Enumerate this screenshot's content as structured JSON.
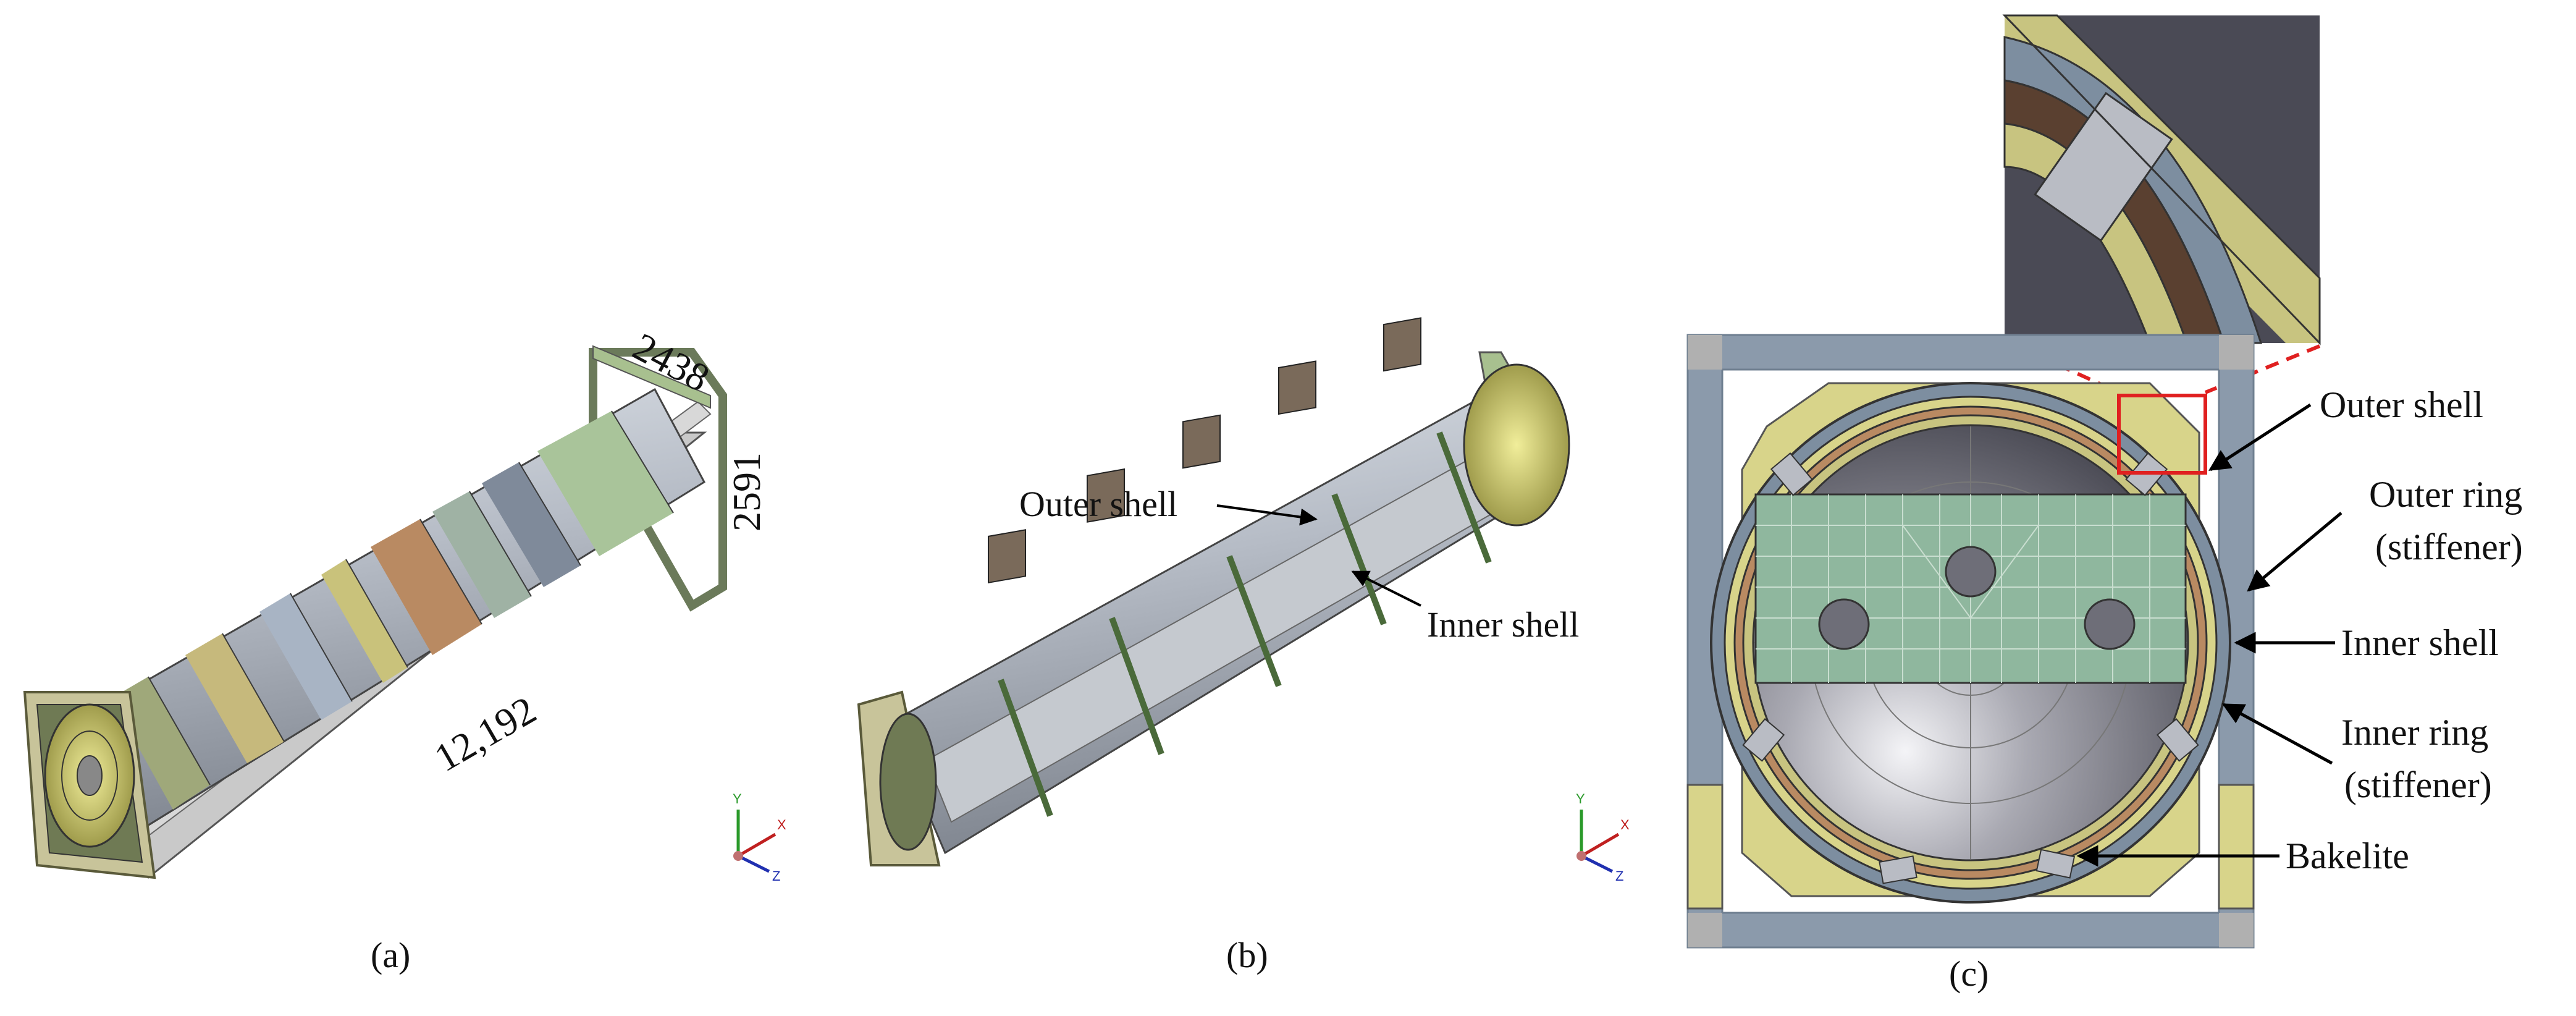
{
  "panel_a": {
    "caption": "(a)",
    "dim_width": "2438",
    "dim_height": "2591",
    "dim_length": "12,192"
  },
  "panel_b": {
    "caption": "(b)",
    "label_outer_shell": "Outer shell",
    "label_inner_shell": "Inner shell"
  },
  "panel_c": {
    "caption": "(c)",
    "label_outer_shell": "Outer shell",
    "label_outer_ring_1": "Outer ring",
    "label_outer_ring_2": "(stiffener)",
    "label_inner_shell": "Inner shell",
    "label_inner_ring_1": "Inner ring",
    "label_inner_ring_2": "(stiffener)",
    "label_bakelite": "Bakelite"
  },
  "axis_triad": {
    "y": "Y",
    "x": "X",
    "z": "Z"
  },
  "colors": {
    "frame": "#8b9aab",
    "frame_dark": "#6f7f90",
    "yellow": "#d8d48a",
    "green_band": "#a9c49a",
    "orange_band": "#b98a62",
    "steel": "#b9bcc4",
    "mesh_green": "#8fb79e",
    "highlight": "#e02020"
  }
}
